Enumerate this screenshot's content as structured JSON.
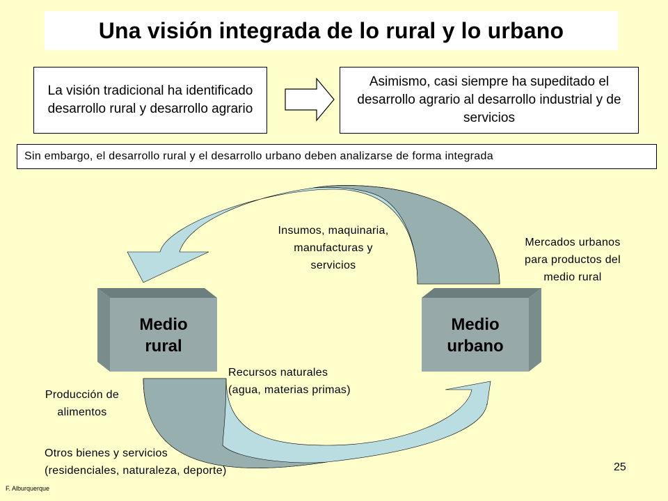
{
  "title": "Una visión integrada de lo rural y lo urbano",
  "box_left": "La visión tradicional ha identificado desarrollo rural y desarrollo agrario",
  "box_right": "Asimismo, casi siempre ha supeditado el desarrollo agrario al desarrollo industrial y de servicios",
  "box_wide": "Sin embargo, el desarrollo rural y el desarrollo urbano deben analizarse de forma integrada",
  "nodes": {
    "rural": {
      "line1": "Medio",
      "line2": "rural"
    },
    "urbano": {
      "line1": "Medio",
      "line2": "urbano"
    }
  },
  "labels": {
    "insumos": {
      "line1": "Insumos, maquinaria,",
      "line2": "manufacturas y",
      "line3": "servicios"
    },
    "mercados": {
      "line1": "Mercados urbanos",
      "line2": "para productos del",
      "line3": "medio rural"
    },
    "recursos": {
      "line1": "Recursos naturales",
      "line2": "(agua, materias primas)"
    },
    "produccion": {
      "line1": "Producción de",
      "line2": "alimentos"
    },
    "otros": {
      "line1": "Otros bienes y servicios",
      "line2": "(residenciales, naturaleza, deporte)"
    }
  },
  "footer": {
    "author": "F. Alburquerque",
    "page_number": "25"
  },
  "colors": {
    "background": "#FFFFCC",
    "arrow_light": "#B9DDE1",
    "arrow_dark": "#97AFAE",
    "cube_front": "#97A9A8",
    "cube_top": "#6C7E7D",
    "cube_side": "#7A8C8B"
  }
}
